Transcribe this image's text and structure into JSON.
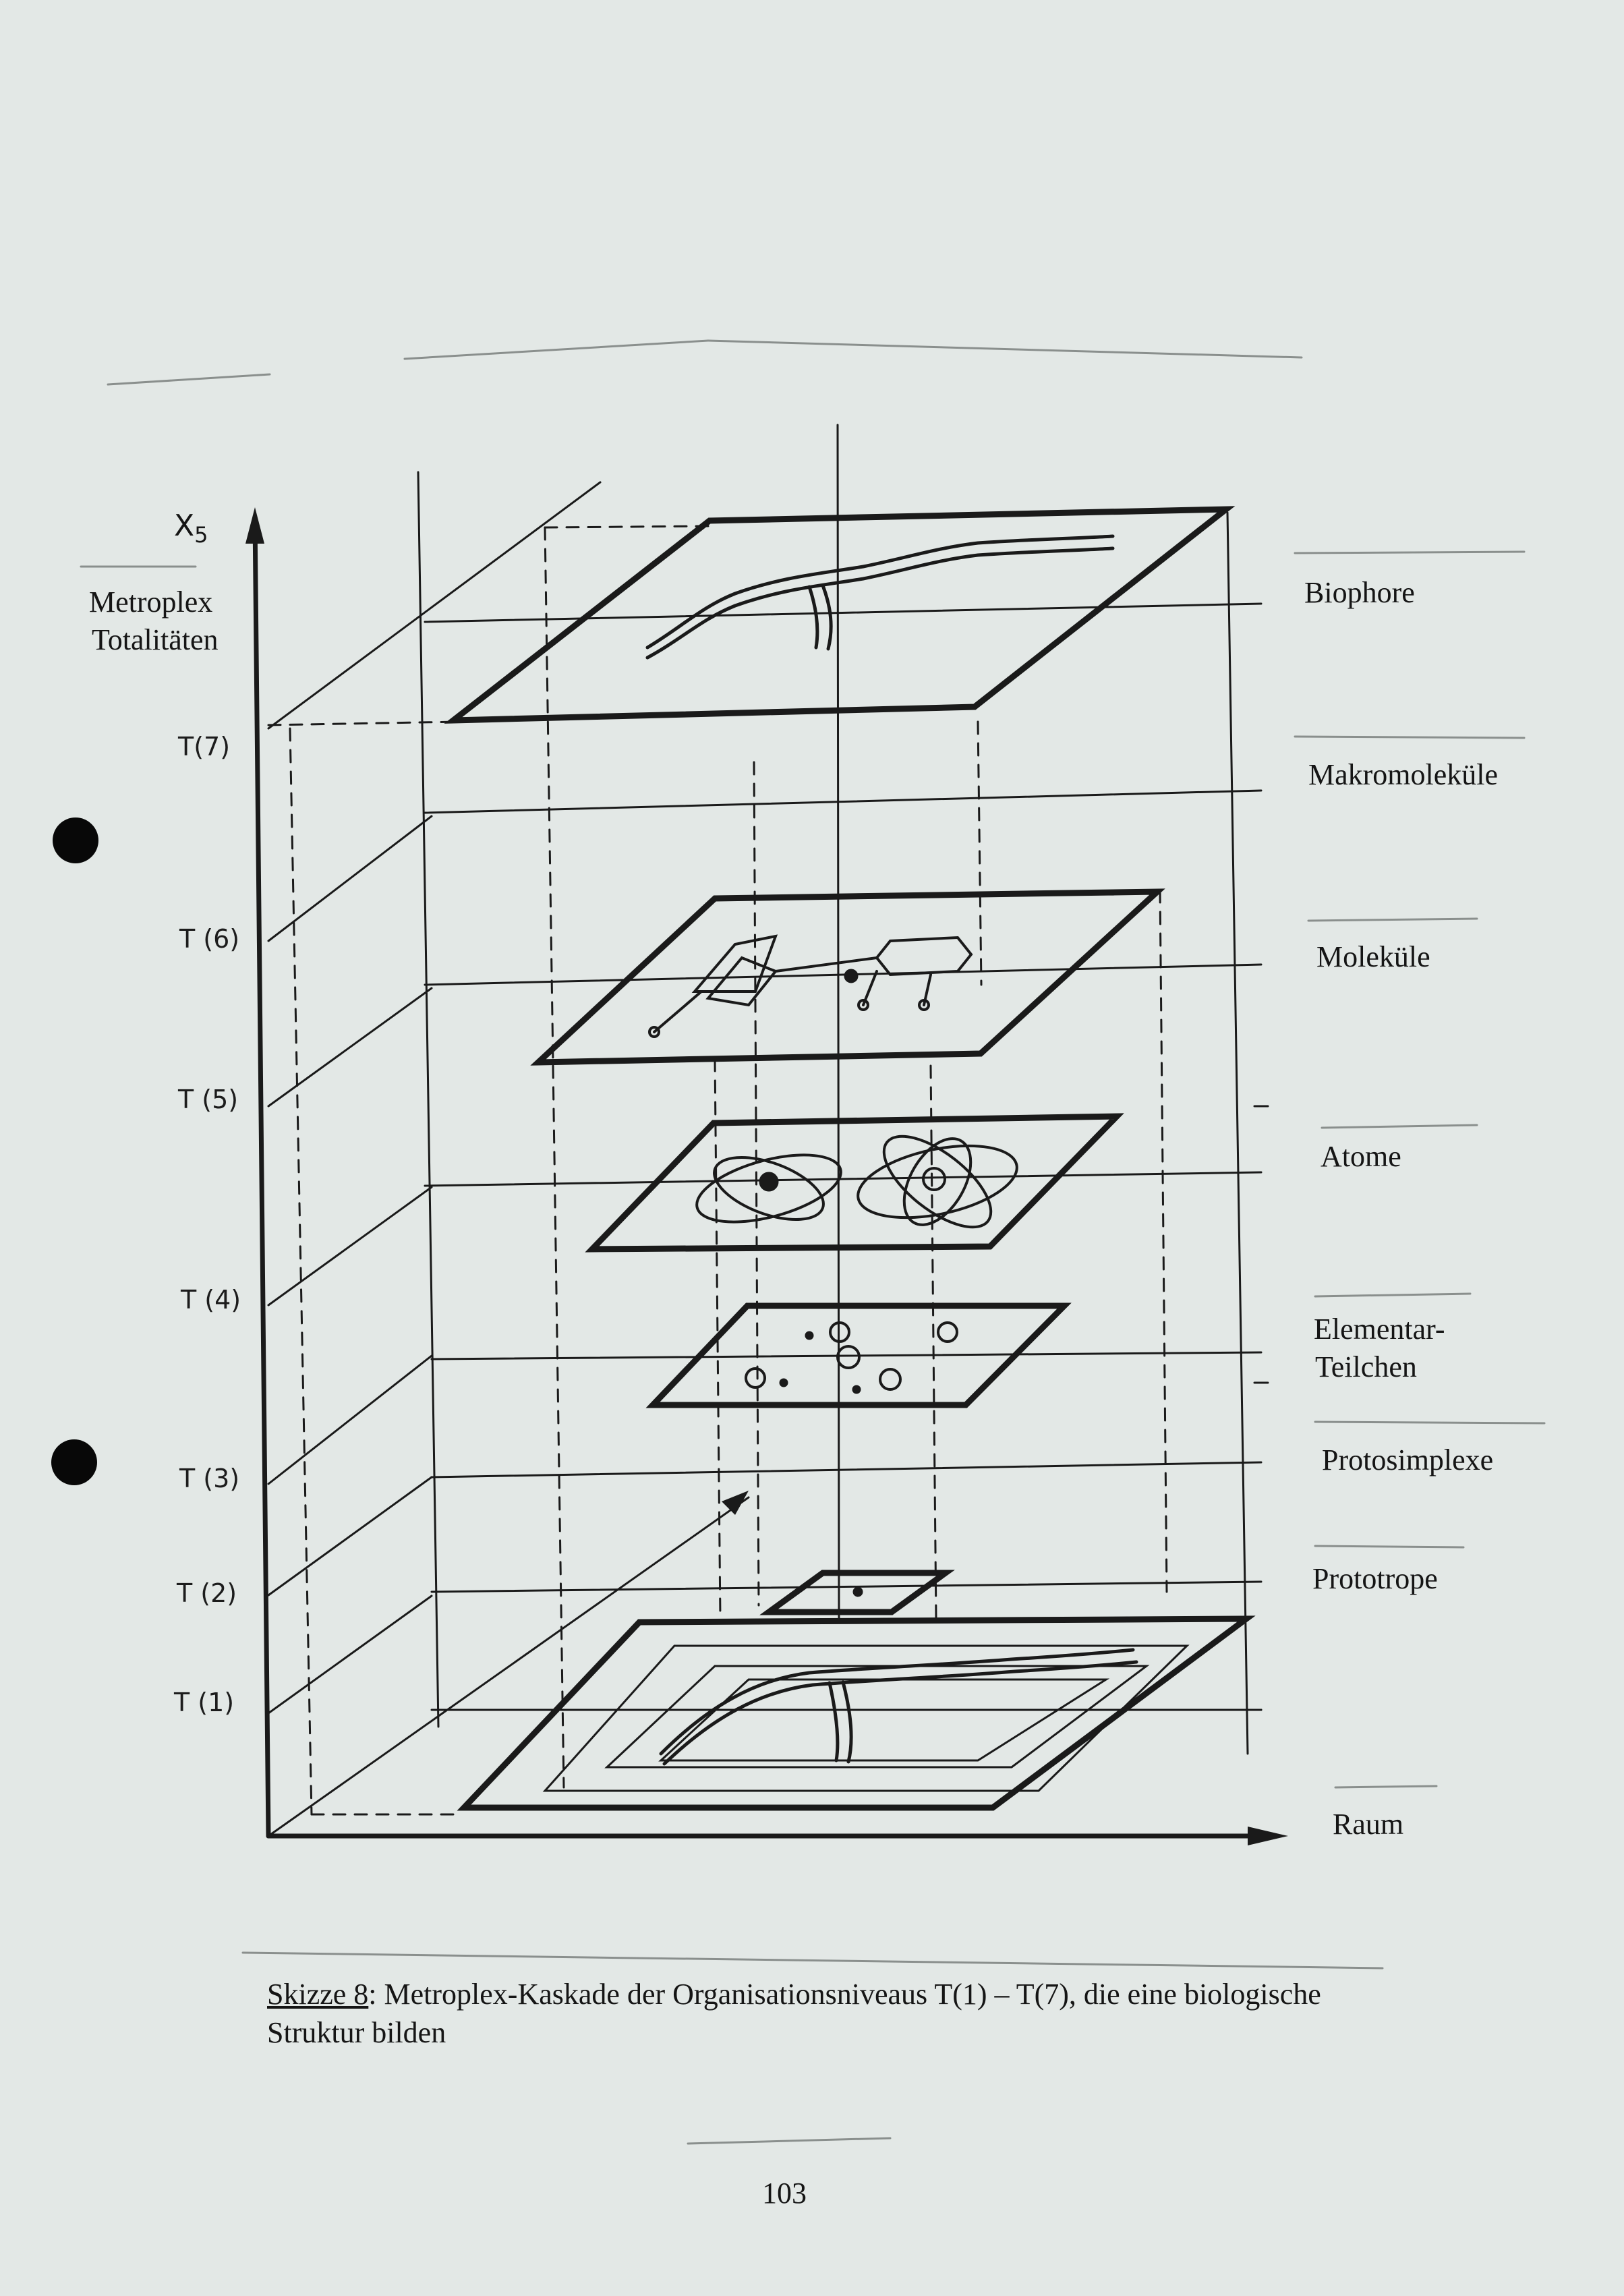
{
  "axis": {
    "vertical_symbol": "X",
    "vertical_subscript": "5",
    "vertical_title_line1": "Metroplex",
    "vertical_title_line2": "Totalitäten",
    "horizontal_title": "Raum"
  },
  "ticks": [
    "T (1)",
    "T (2)",
    "T (3)",
    "T (4)",
    "T (5)",
    "T (6)",
    "T(7)"
  ],
  "levels": {
    "biophore": "Biophore",
    "makromolekuele": "Makromoleküle",
    "molekuele": "Moleküle",
    "atome": "Atome",
    "elementar_line1": "Elementar-",
    "elementar_line2": "Teilchen",
    "protosimplexe": "Protosimplexe",
    "prototrope": "Prototrope"
  },
  "caption": {
    "reference": "Skizze 8",
    "text": ": Metroplex-Kaskade der Organisationsniveaus T(1) – T(7), die eine biologische Struktur bilden"
  },
  "page_number": "103"
}
